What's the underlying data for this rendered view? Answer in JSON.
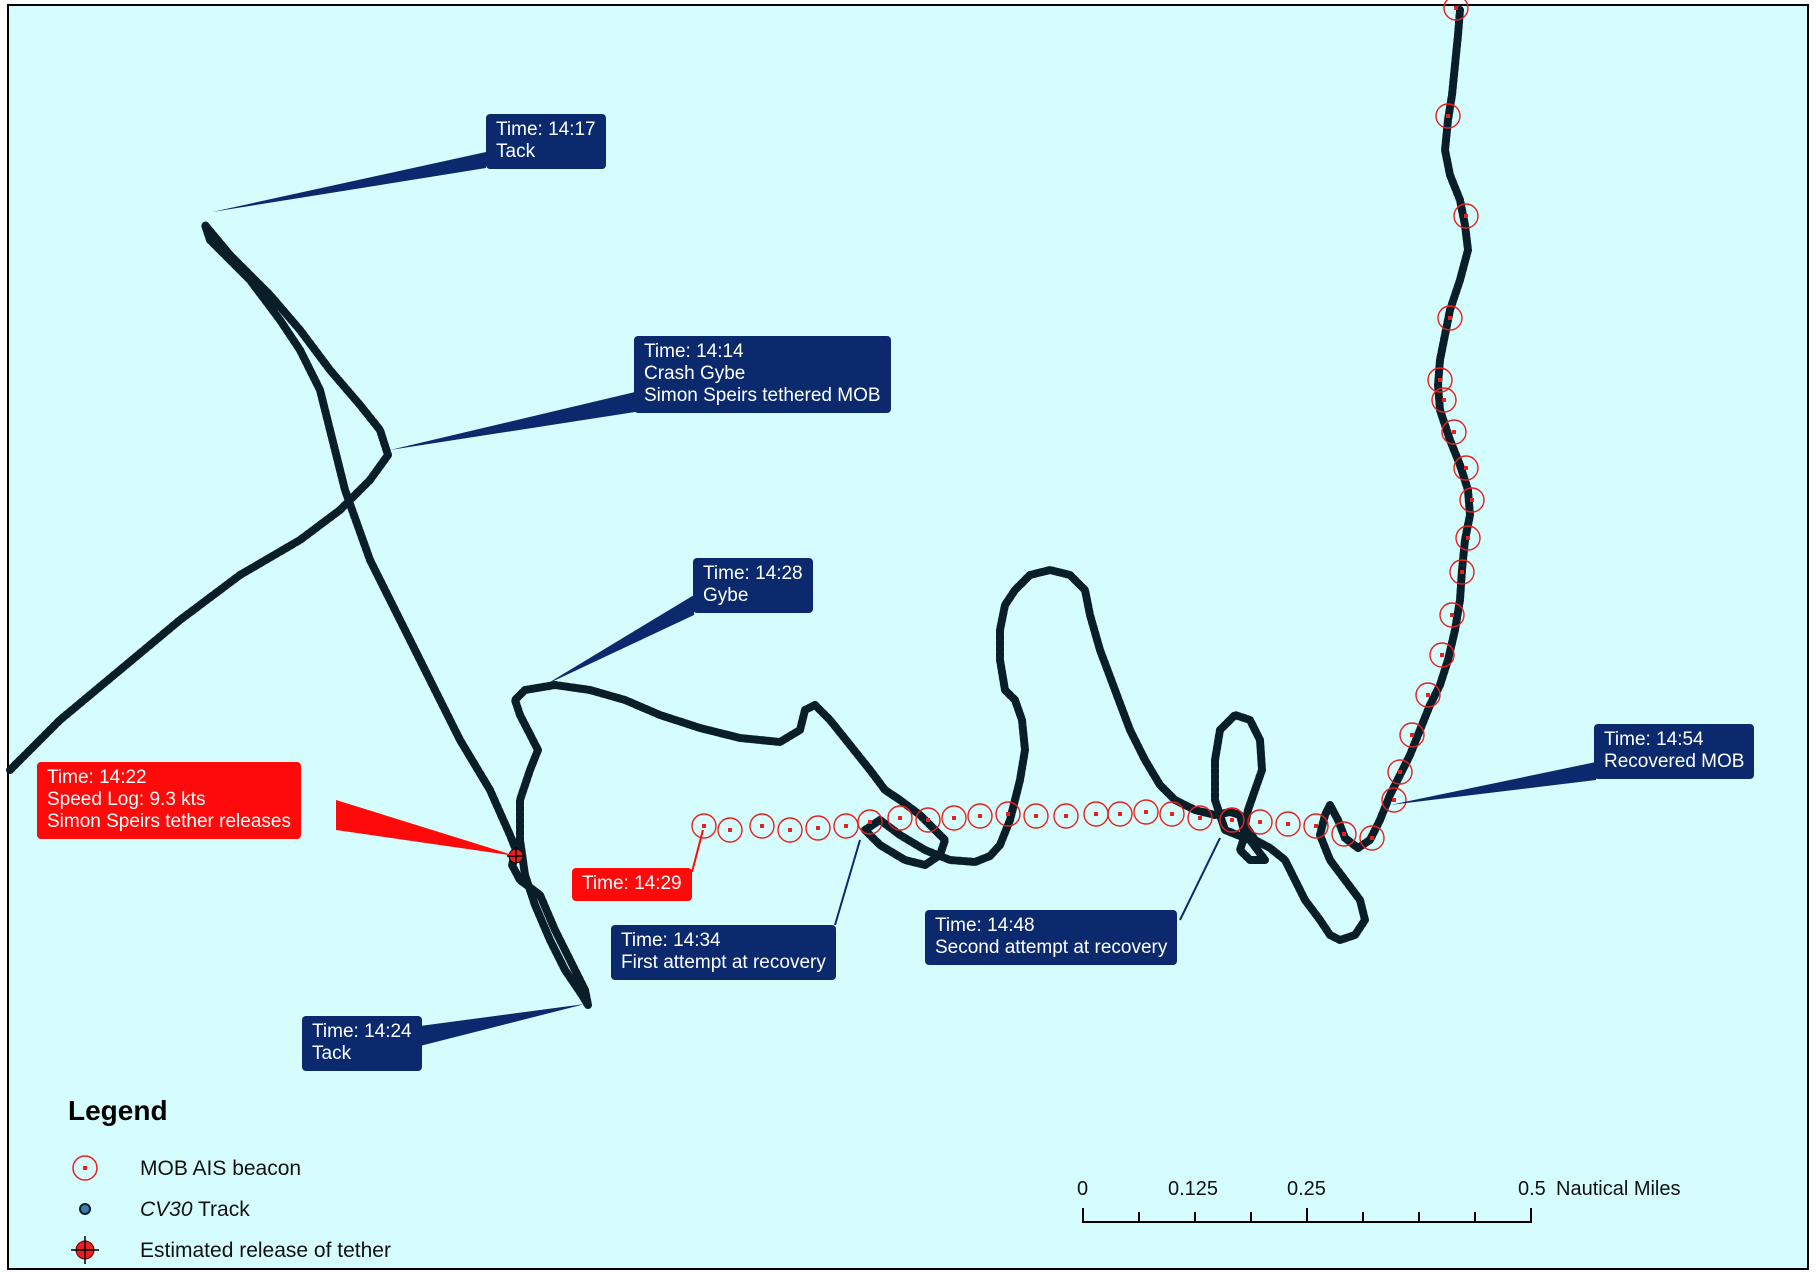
{
  "callouts": {
    "tack_1417": {
      "time": "Time: 14:17",
      "line1": "Tack"
    },
    "crash_gybe_1414": {
      "time": "Time: 14:14",
      "line1": "Crash Gybe",
      "line2": "Simon Speirs tethered MOB"
    },
    "gybe_1428": {
      "time": "Time: 14:28",
      "line1": "Gybe"
    },
    "release_1422": {
      "time": "Time: 14:22",
      "line1": "Speed Log: 9.3 kts",
      "line2": "Simon Speirs tether releases"
    },
    "mob_1429": {
      "time": "Time: 14:29"
    },
    "first_attempt_1434": {
      "time": "Time: 14:34",
      "line1": "First attempt at recovery"
    },
    "second_attempt_1448": {
      "time": "Time: 14:48",
      "line1": "Second attempt at recovery"
    },
    "recovered_1454": {
      "time": "Time: 14:54",
      "line1": "Recovered MOB"
    },
    "tack_1424": {
      "time": "Time: 14:24",
      "line1": "Tack"
    }
  },
  "legend": {
    "title": "Legend",
    "items": [
      {
        "label": "MOB AIS beacon",
        "icon": "mob-ais-beacon-icon"
      },
      {
        "label_italic": "CV30",
        "label": " Track",
        "icon": "track-point-icon"
      },
      {
        "label": "Estimated release of tether",
        "icon": "tether-release-icon"
      }
    ]
  },
  "scale_bar": {
    "ticks": [
      "0",
      "0.125",
      "0.25",
      "0.5"
    ],
    "unit": "Nautical Miles"
  },
  "colors": {
    "water": "#d6fdfe",
    "callout_blue": "#0b2a6e",
    "callout_red": "#ff0a0a",
    "track": "#0a2a3a",
    "track_dot": "#3d7fa6",
    "beacon": "#e8211e"
  }
}
